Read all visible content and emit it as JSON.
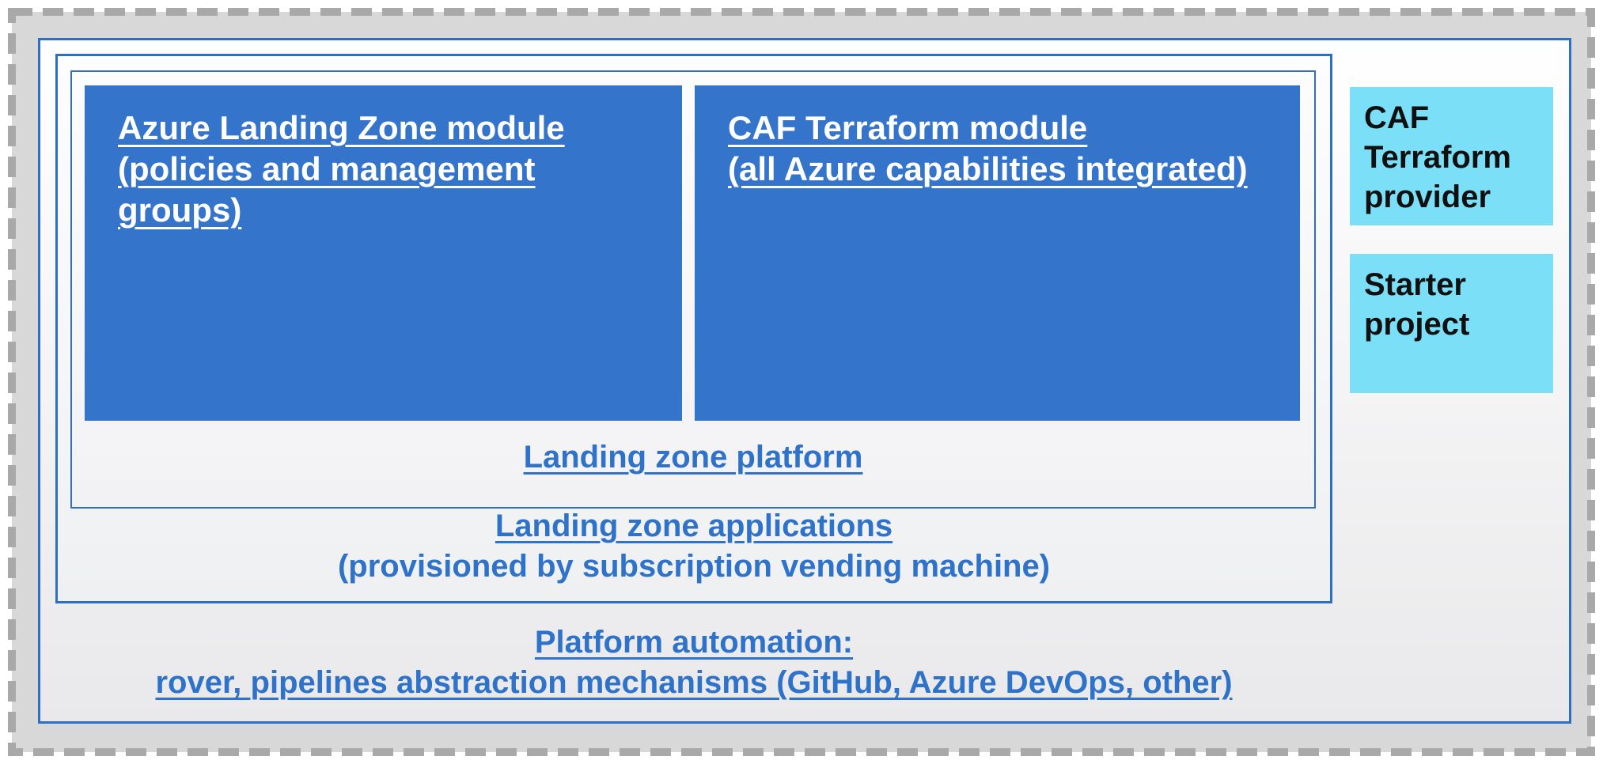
{
  "diagram": {
    "modules": [
      {
        "title": "Azure Landing Zone module",
        "subtitle": "(policies and management groups)"
      },
      {
        "title": "CAF Terraform module",
        "subtitle": "(all Azure capabilities integrated)"
      }
    ],
    "platform_label": "Landing zone platform",
    "applications_label": "Landing zone applications",
    "applications_sublabel": "(provisioned by subscription vending machine)",
    "automation_label": "Platform automation:",
    "automation_sublabel": "rover, pipelines abstraction mechanisms (GitHub, Azure DevOps, other)",
    "side_boxes": [
      {
        "label": "CAF Terraform provider"
      },
      {
        "label": "Starter project"
      }
    ],
    "colors": {
      "module_fill": "#3574cb",
      "border_blue": "#2e6fc6",
      "link_text_blue": "#2e73c9",
      "side_box_fill": "#7cdff8",
      "frame_dash_gray": "#a9a9a9",
      "frame_fill_gray": "#d8d8d8"
    }
  }
}
